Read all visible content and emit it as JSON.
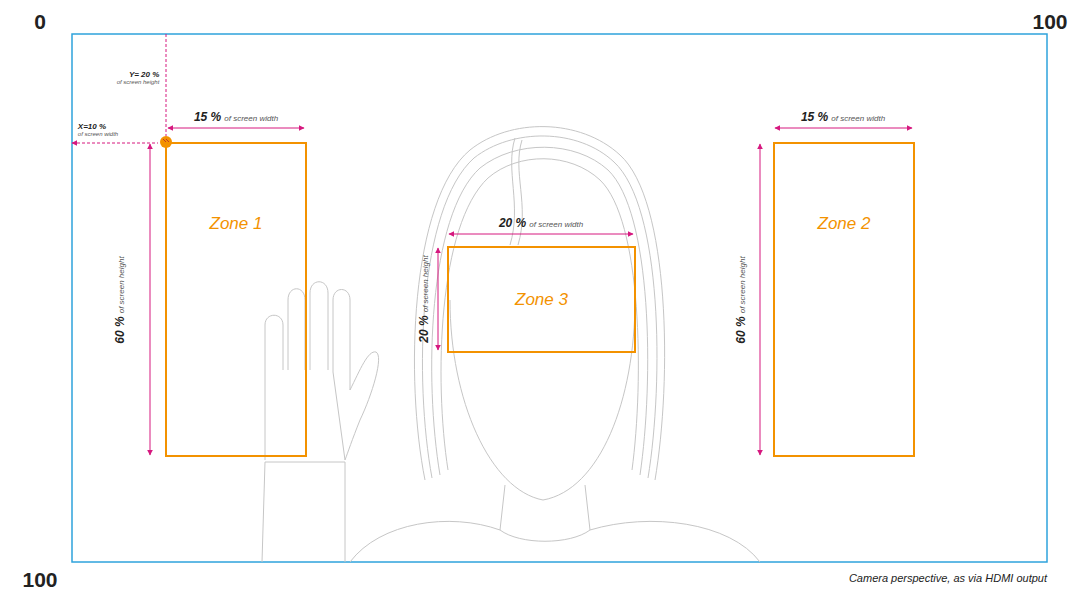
{
  "diagram": {
    "caption": "Camera perspective, as via HDMI output",
    "nodes": [
      {
        "text": [
          "Zone 1"
        ]
      },
      {
        "text": [
          "Zone 2"
        ]
      },
      {
        "text": [
          "Zone 3"
        ]
      }
    ],
    "labels": [
      "0",
      "100",
      "100",
      "Y= 20 %",
      "of screen height",
      "X=10 %",
      "of screen width",
      "15 %",
      "of screen width",
      "15 %",
      "of screen width",
      "20 %",
      "of screen width",
      "60 %",
      "of screen height",
      "20 %",
      "of screen height",
      "60 %",
      "of screen height"
    ]
  }
}
